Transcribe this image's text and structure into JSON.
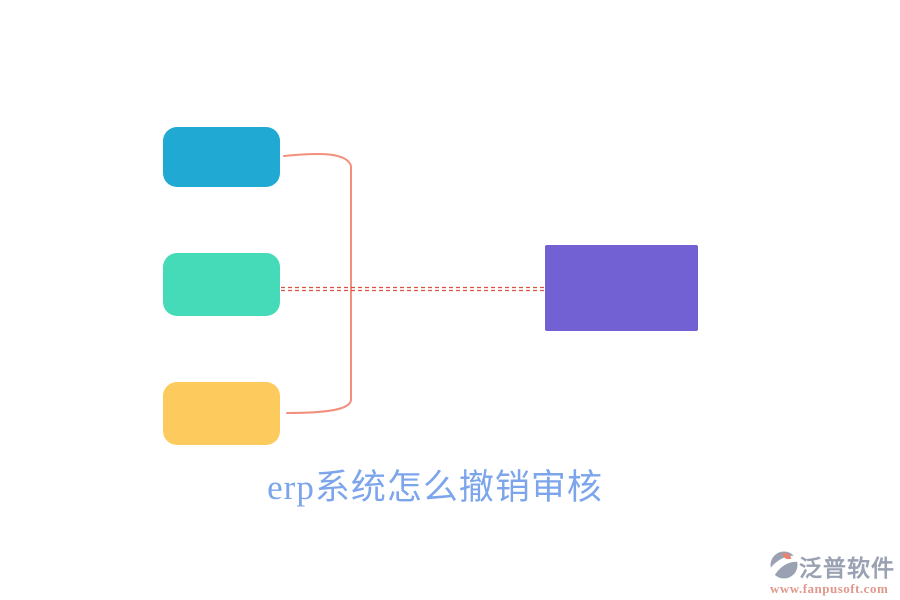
{
  "title": {
    "text": "erp系统怎么撤销审核",
    "color": "#7ca5ec"
  },
  "diagram": {
    "nodes": [
      {
        "id": "topic-top",
        "label": "",
        "color": "#20aad3",
        "shape": "rounded-rect"
      },
      {
        "id": "topic-middle",
        "label": "",
        "color": "#45dbb8",
        "shape": "rounded-rect"
      },
      {
        "id": "topic-bottom",
        "label": "",
        "color": "#fdcb5d",
        "shape": "rounded-rect"
      },
      {
        "id": "topic-main",
        "label": "",
        "color": "#7161d2",
        "shape": "rect"
      }
    ],
    "connector": {
      "color": "#f2907d",
      "style": "solid-bracket",
      "connects": [
        "topic-top",
        "topic-bottom"
      ]
    },
    "relation_line": {
      "color": "#d95240",
      "style": "double-dashed",
      "connects": [
        "topic-middle",
        "topic-main"
      ]
    }
  },
  "watermark": {
    "brand": "泛普软件",
    "url": "www.fanpusoft.com",
    "brand_color": "#9aa1b2",
    "url_color": "#e0988c",
    "logo": "fanpu-logo-icon"
  }
}
